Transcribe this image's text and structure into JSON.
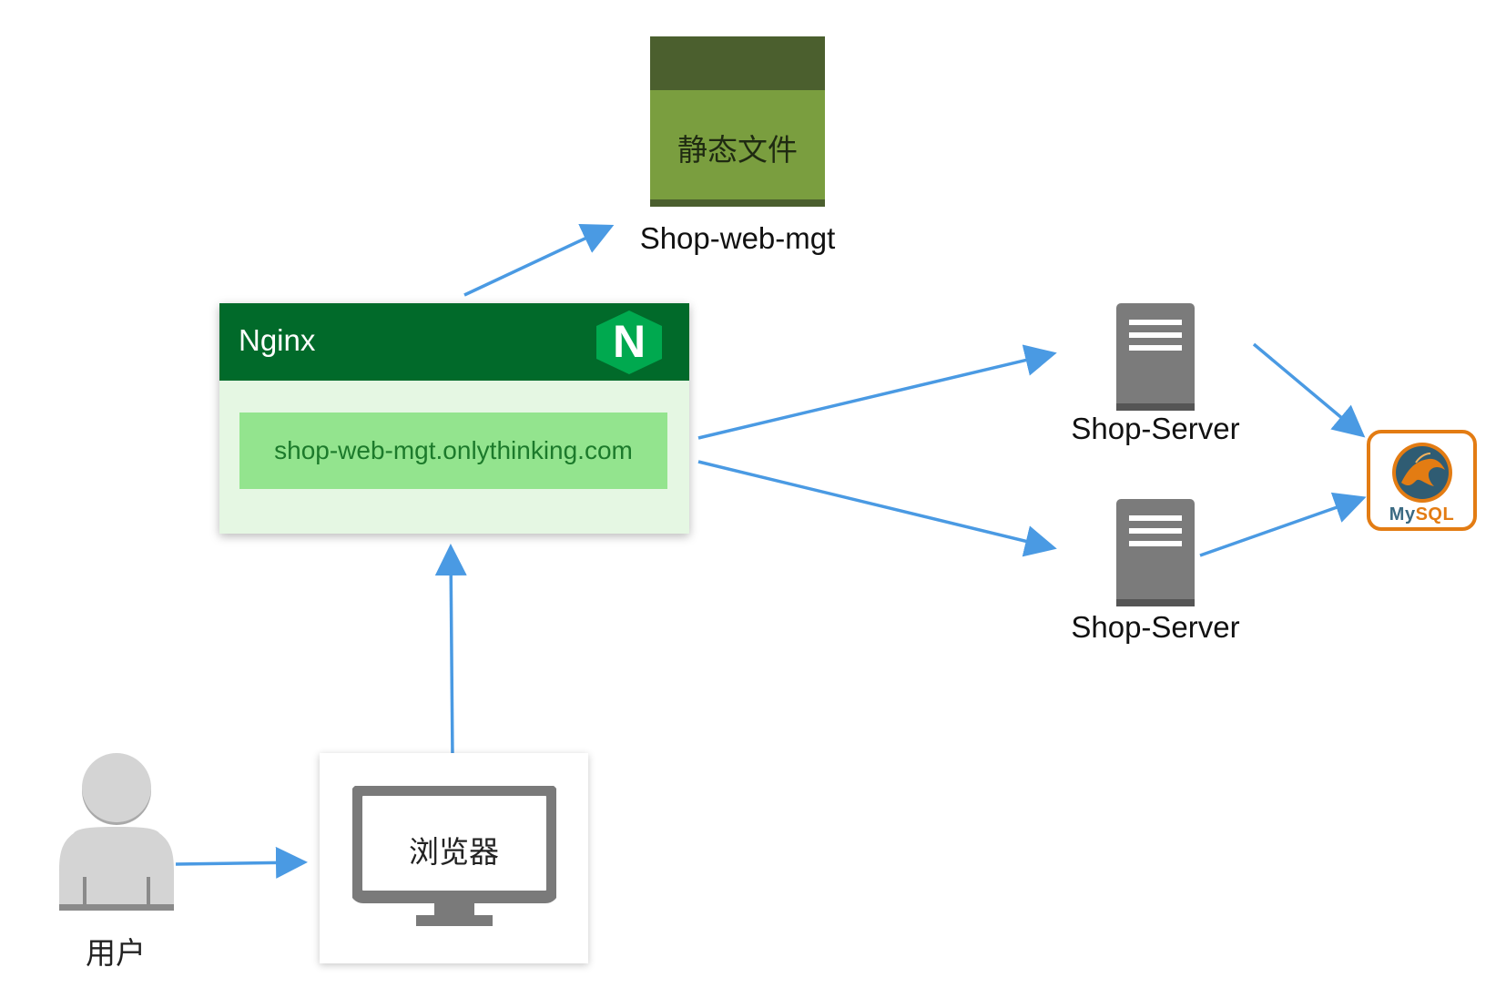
{
  "static_files": {
    "label": "静态文件",
    "caption": "Shop-web-mgt"
  },
  "nginx": {
    "title": "Nginx",
    "logo_letter": "N",
    "domain": "shop-web-mgt.onlythinking.com"
  },
  "servers": [
    {
      "label": "Shop-Server"
    },
    {
      "label": "Shop-Server"
    }
  ],
  "database": {
    "name": "MySQL",
    "label_my": "My",
    "label_sql": "SQL"
  },
  "browser": {
    "label": "浏览器"
  },
  "user": {
    "label": "用户"
  },
  "colors": {
    "arrow": "#4a9ae3",
    "nginx_header": "#016a2a",
    "nginx_body": "#e5f7e3",
    "domain_fill": "#93e48e",
    "static_fill": "#7a9e3f",
    "static_dark": "#4b5f2e",
    "server_gray": "#7b7b7b",
    "mysql_orange": "#e37c13",
    "icon_gray": "#7a7a7a",
    "user_gray": "#d4d4d4"
  }
}
